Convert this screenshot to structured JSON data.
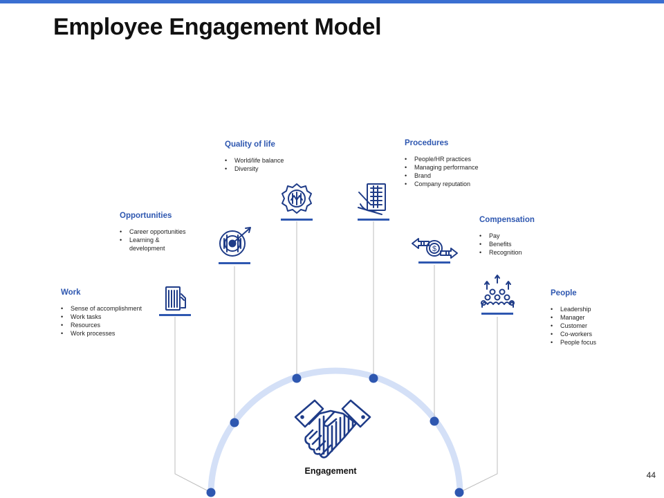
{
  "title": "Employee Engagement Model",
  "center_label": "Engagement",
  "page_number": "44",
  "colors": {
    "accent": "#3a6fd1",
    "icon": "#1f3c88",
    "arc": "#d4e0f7",
    "dot": "#2e57b0",
    "heading": "#2e57b0"
  },
  "center_icon": "handshake-icon",
  "nodes": [
    {
      "heading": "Work",
      "icon": "document-list-icon",
      "items": [
        "Sense of accomplishment",
        "Work tasks",
        "Resources",
        "Work processes"
      ]
    },
    {
      "heading": "Opportunities",
      "icon": "target-icon",
      "items": [
        "Career opportunities",
        "Learning &",
        "development"
      ]
    },
    {
      "heading": "Quality of life",
      "icon": "balance-badge-icon",
      "items": [
        "World/life balance",
        "Diversity"
      ]
    },
    {
      "heading": "Procedures",
      "icon": "checklist-icon",
      "items": [
        "People/HR practices",
        "Managing performance",
        "Brand",
        "Company reputation"
      ]
    },
    {
      "heading": "Compensation",
      "icon": "money-exchange-icon",
      "items": [
        "Pay",
        "Benefits",
        "Recognition"
      ]
    },
    {
      "heading": "People",
      "icon": "people-growth-icon",
      "items": [
        "Leadership",
        "Manager",
        "Customer",
        "Co-workers",
        "People focus"
      ]
    }
  ]
}
